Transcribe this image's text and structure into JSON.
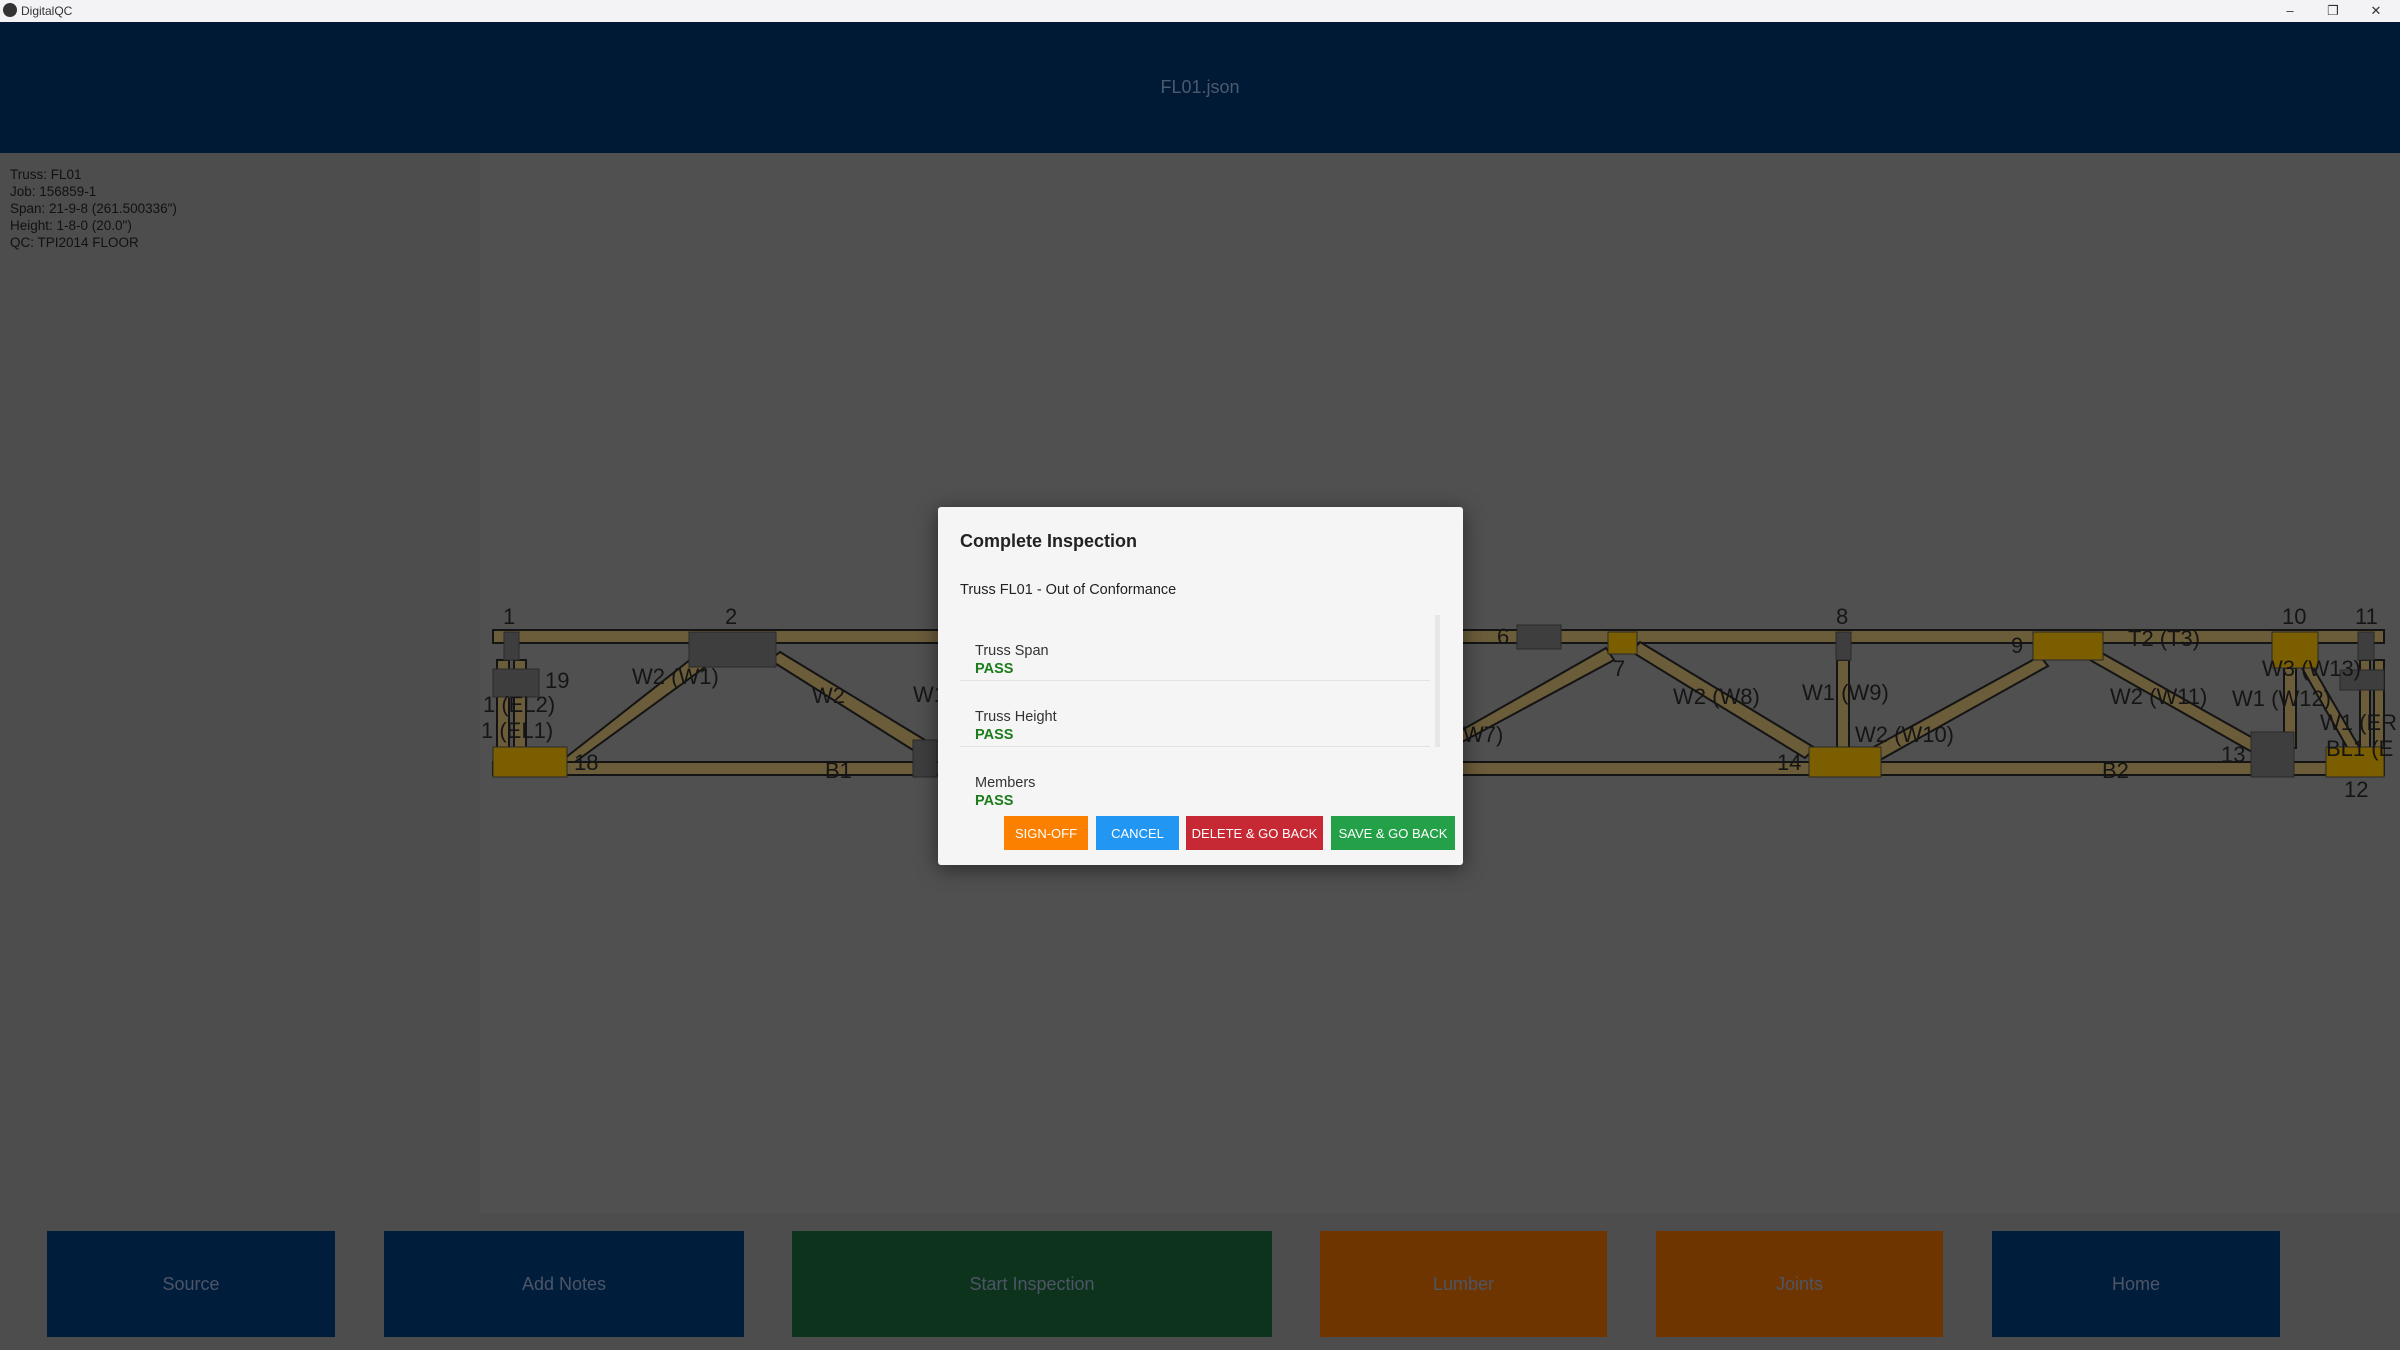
{
  "window": {
    "app_name": "DigitalQC",
    "minimize": "–",
    "maximize": "❐",
    "close": "✕"
  },
  "header": {
    "title": "FL01.json"
  },
  "info": {
    "truss": "Truss: FL01",
    "job": "Job: 156859-1",
    "span": "Span: 21-9-8 (261.500336\")",
    "height": "Height: 1-8-0 (20.0\")",
    "qc": "QC: TPI2014 FLOOR"
  },
  "truss_labels": {
    "j1": "1",
    "j2": "2",
    "j6": "6",
    "j7": "7",
    "j8": "8",
    "j9": "9",
    "j10": "10",
    "j11": "11",
    "j12": "12",
    "j13": "13",
    "j14": "14",
    "j18": "18",
    "j19": "19",
    "w2w1": "W2 (W1)",
    "w2": "W2",
    "w1p": "W1",
    "w7": "W7)",
    "w2w8": "W2 (W8)",
    "w1w9": "W1 (W9)",
    "w2w10": "W2 (W10)",
    "b1": "B1",
    "b2": "B2",
    "t2t3": "T2 (T3)",
    "w2w11": "W2 (W11)",
    "w1w12": "W1 (W12)",
    "w3w13": "W3 (W13)",
    "w1er": "W1 (ER",
    "bl1e": "BL1 (E",
    "el2": "1 (EL2)",
    "el1": "1 (EL1)"
  },
  "colors": {
    "lumber": "#6b5c3a",
    "plate_yellow": "#7a5e00",
    "plate_gray": "#3e3e3e",
    "pass": "#1c7c1c"
  },
  "dialog": {
    "title": "Complete Inspection",
    "subtitle": "Truss FL01 - Out of Conformance",
    "items": [
      {
        "name": "Truss Span",
        "status": "PASS"
      },
      {
        "name": "Truss Height",
        "status": "PASS"
      },
      {
        "name": "Members",
        "status": "PASS"
      }
    ],
    "buttons": {
      "signoff": "SIGN-OFF",
      "cancel": "CANCEL",
      "delete": "DELETE & GO BACK",
      "save": "SAVE & GO BACK"
    }
  },
  "nav": {
    "source": "Source",
    "add_notes": "Add Notes",
    "start_inspection": "Start Inspection",
    "lumber": "Lumber",
    "joints": "Joints",
    "home": "Home"
  }
}
